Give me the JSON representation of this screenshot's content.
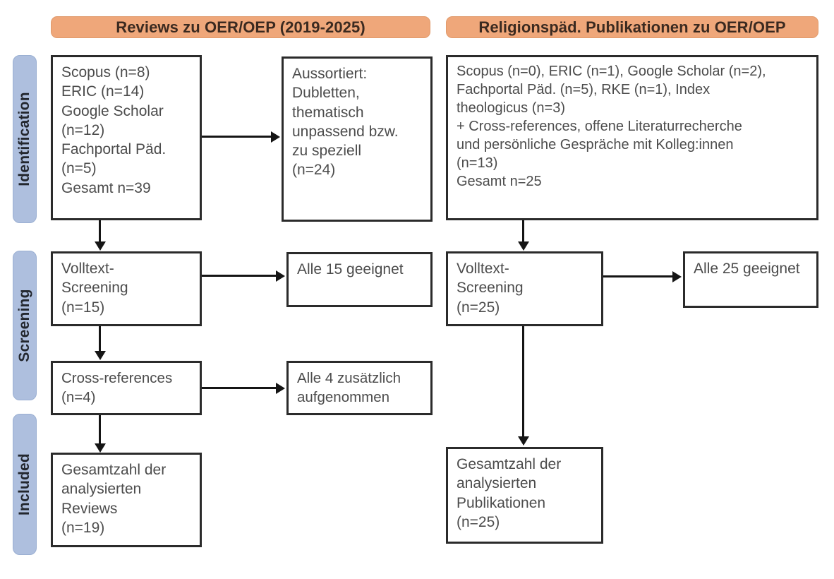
{
  "diagram": {
    "type": "prisma-flow-diagram",
    "columns": [
      {
        "id": "reviews",
        "header": "Reviews zu OER/OEP (2019-2025)"
      },
      {
        "id": "religionspaed",
        "header": "Religionspäd. Publikationen zu OER/OEP"
      }
    ],
    "stages": [
      {
        "id": "identification",
        "label": "Identification"
      },
      {
        "id": "screening",
        "label": "Screening"
      },
      {
        "id": "included",
        "label": "Included"
      }
    ],
    "colors": {
      "header_fill": "#EFA77A",
      "stage_fill": "#AEBFDE",
      "box_border": "#2b2b2b",
      "text": "#4c4c4c",
      "connector": "#151515",
      "background": "#ffffff"
    },
    "boxes": {
      "left_identification_sources": "Scopus (n=8)\nERIC (n=14)\nGoogle Scholar\n(n=12)\nFachportal Päd.\n(n=5)\nGesamt n=39",
      "left_excluded": "Aussortiert:\nDubletten,\nthematisch\nunpassend bzw.\nzu speziell\n(n=24)",
      "left_fulltext_screening": "Volltext-\nScreening\n(n=15)",
      "left_all_eligible": "Alle 15 geeignet",
      "left_cross_references": "Cross-references\n(n=4)",
      "left_all_added": "Alle 4 zusätzlich\naufgenommen",
      "left_included_total": "Gesamtzahl der\nanalysierten\nReviews\n(n=19)",
      "right_identification_sources": "Scopus (n=0), ERIC (n=1), Google Scholar (n=2),\nFachportal Päd. (n=5), RKE (n=1), Index\ntheologicus (n=3)\n+ Cross-references, offene Literaturrecherche\nund persönliche Gespräche mit Kolleg:innen\n(n=13)\nGesamt n=25",
      "right_fulltext_screening": "Volltext-\nScreening\n(n=25)",
      "right_all_eligible": "Alle 25 geeignet",
      "right_included_total": "Gesamtzahl der\nanalysierten\nPublikationen\n(n=25)"
    },
    "counts": {
      "left_scopus": 8,
      "left_eric": 14,
      "left_google_scholar": 12,
      "left_fachportal": 5,
      "left_total_identified": 39,
      "left_excluded": 24,
      "left_fulltext_screened": 15,
      "left_eligible": 15,
      "left_cross_references": 4,
      "left_added": 4,
      "left_included": 19,
      "right_scopus": 0,
      "right_eric": 1,
      "right_google_scholar": 2,
      "right_fachportal": 5,
      "right_rke": 1,
      "right_index_theologicus": 3,
      "right_other_sources": 13,
      "right_total_identified": 25,
      "right_fulltext_screened": 25,
      "right_eligible": 25,
      "right_included": 25
    }
  }
}
